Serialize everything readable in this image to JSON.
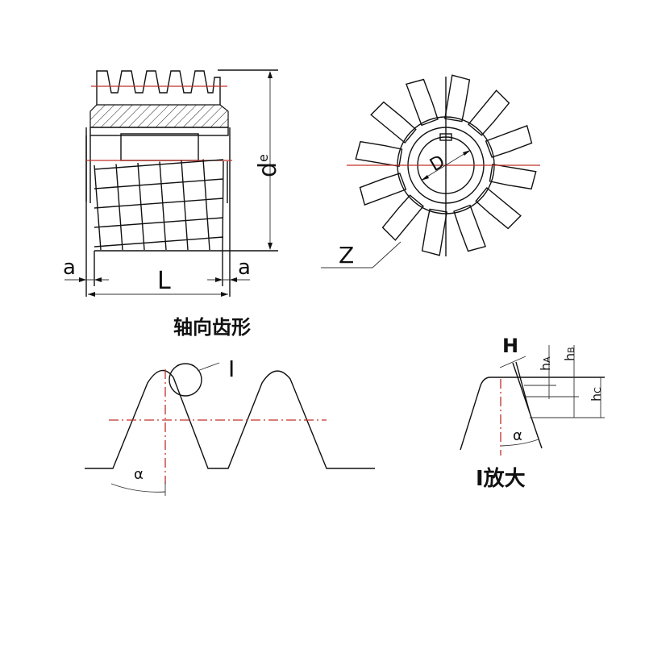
{
  "front_view": {
    "label_a_left": "a",
    "label_length": "L",
    "label_a_right": "a",
    "label_outer_diameter": "d",
    "label_outer_diameter_sub": "e"
  },
  "side_view": {
    "label_bore": "D",
    "label_teeth": "Z",
    "tooth_count": 12
  },
  "axial_profile": {
    "title": "轴向齿形",
    "detail_label": "I",
    "angle_label": "α"
  },
  "detail_view": {
    "title": "I放大",
    "label_H": "H",
    "label_hA": "h",
    "label_hA_sub": "A",
    "label_hB": "h",
    "label_hB_sub": "B",
    "label_hC": "h",
    "label_hC_sub": "C",
    "angle_label": "α"
  },
  "colors": {
    "line": "#111111",
    "centerline": "#c0302a"
  }
}
